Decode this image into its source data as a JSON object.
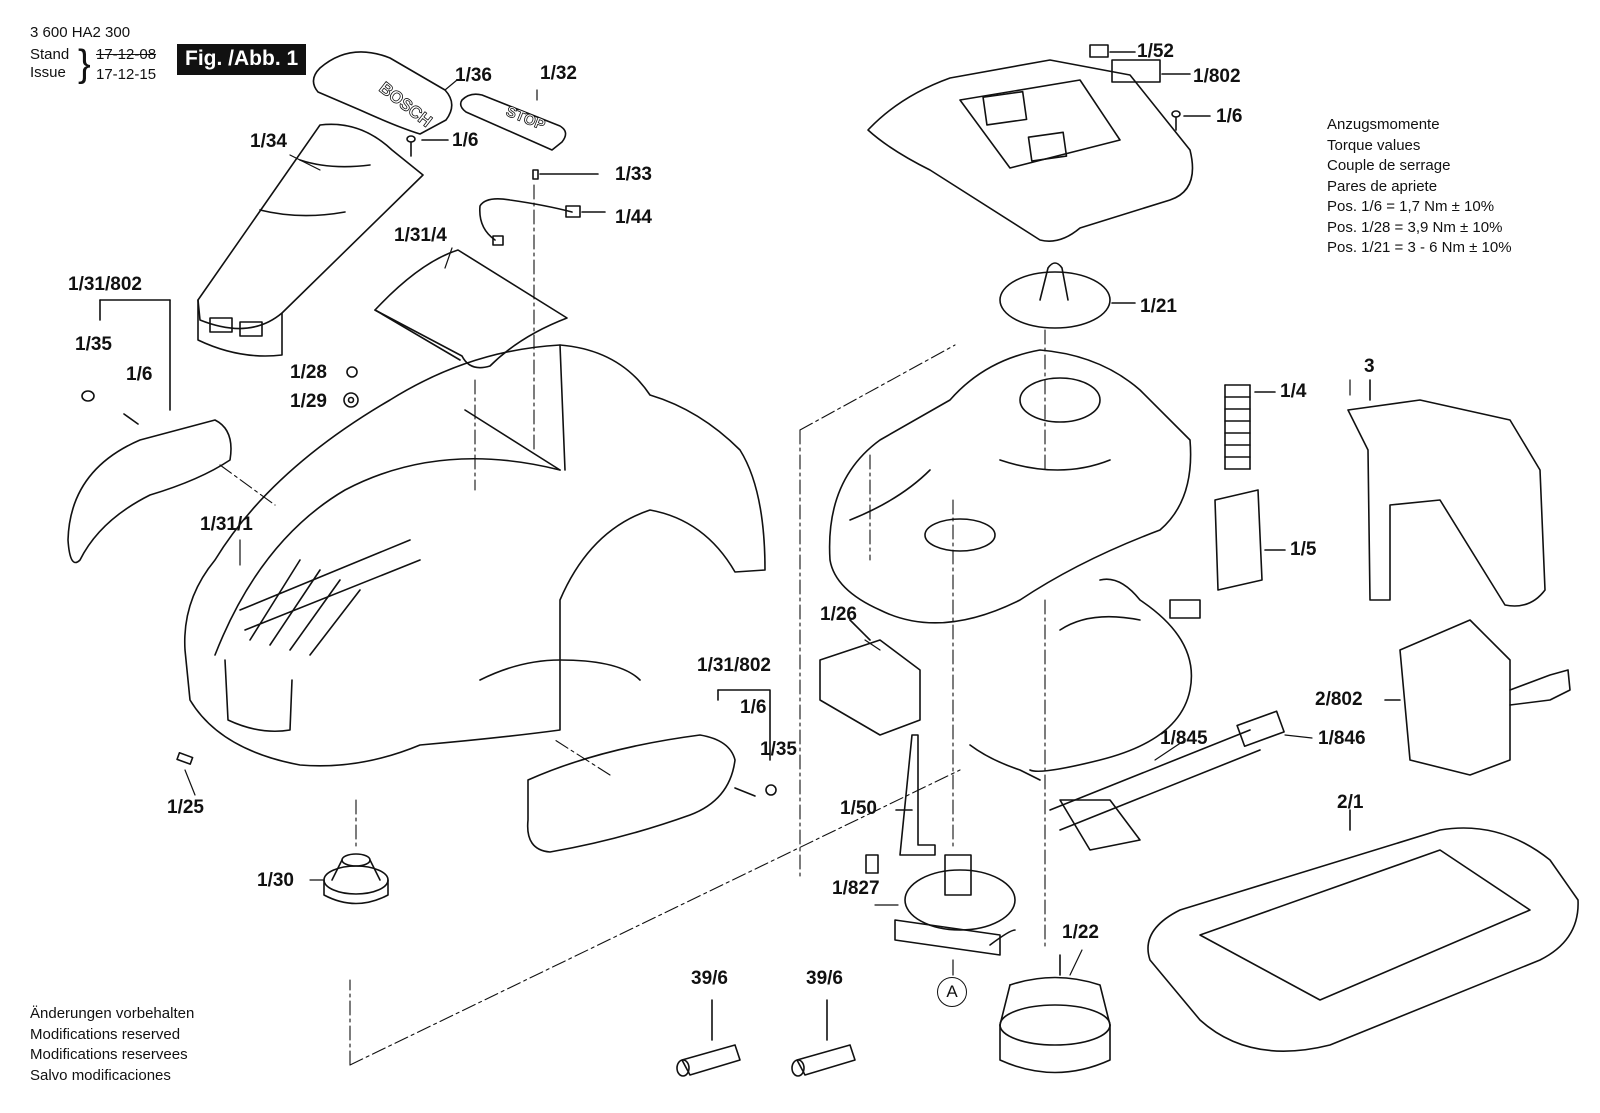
{
  "header": {
    "doc_number": "3 600 HA2 300",
    "stand_label": "Stand",
    "issue_label": "Issue",
    "stand_date": "17-12-08",
    "issue_date": "17-12-15",
    "figure_label": "Fig. /Abb. 1"
  },
  "torque_box": {
    "lines": [
      "Anzugsmomente",
      "Torque values",
      "Couple de serrage",
      "Pares de apriete",
      "Pos. 1/6   = 1,7 Nm  ± 10%",
      "Pos. 1/28 = 3,9 Nm  ± 10%",
      "Pos. 1/21 = 3 - 6 Nm  ± 10%"
    ]
  },
  "notes": {
    "lines": [
      "Änderungen vorbehalten",
      "Modifications reserved",
      "Modifications reservees",
      "Salvo modificaciones"
    ]
  },
  "reference_marker": "A",
  "part_labels": {
    "p1_36": "1/36",
    "p1_32": "1/32",
    "p1_6_a": "1/6",
    "p1_33": "1/33",
    "p1_44": "1/44",
    "p1_34": "1/34",
    "p1_31_4": "1/31/4",
    "p1_31_802_a": "1/31/802",
    "p1_35_a": "1/35",
    "p1_6_b": "1/6",
    "p1_28": "1/28",
    "p1_29": "1/29",
    "p1_31_1": "1/31/1",
    "p1_25": "1/25",
    "p1_30": "1/30",
    "p1_31_802_b": "1/31/802",
    "p1_6_c": "1/6",
    "p1_35_b": "1/35",
    "p1_26": "1/26",
    "p1_50": "1/50",
    "p1_827": "1/827",
    "p39_6_a": "39/6",
    "p39_6_b": "39/6",
    "p1_52": "1/52",
    "p1_802": "1/802",
    "p1_6_d": "1/6",
    "p1_21": "1/21",
    "p1_4": "1/4",
    "p1_5": "1/5",
    "p3": "3",
    "p2_802": "2/802",
    "p1_845": "1/845",
    "p1_846": "1/846",
    "p2_1": "2/1",
    "p1_22": "1/22"
  },
  "logos": {
    "cover_brand": "BOSCH",
    "stop_button": "STOP"
  }
}
